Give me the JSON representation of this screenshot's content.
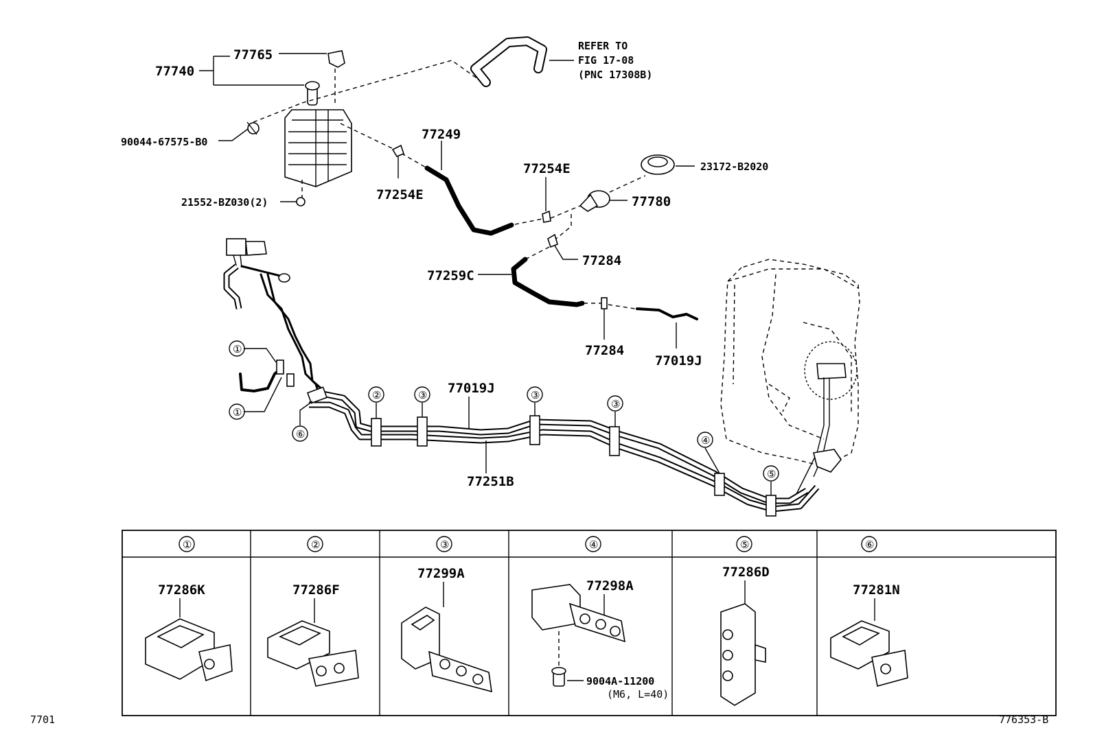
{
  "diagram": {
    "refer_note": [
      "REFER TO",
      "FIG 17-08",
      "(PNC 17308B)"
    ],
    "labels": {
      "l77740": "77740",
      "l77765": "77765",
      "l90044": "90044-67575-B0",
      "l21552": "21552-BZ030(2)",
      "l77249": "77249",
      "l77254e_a": "77254E",
      "l77254e_b": "77254E",
      "l23172": "23172-B2020",
      "l77780": "77780",
      "l77284_a": "77284",
      "l77259c": "77259C",
      "l77284_b": "77284",
      "l77019j_a": "77019J",
      "l77019j_b": "77019J",
      "l77251b": "77251B"
    },
    "circle_refs": {
      "c1a": "①",
      "c1b": "①",
      "c6": "⑥",
      "c2": "②",
      "c3a": "③",
      "c3b": "③",
      "c3c": "③",
      "c4": "④",
      "c5": "⑤"
    }
  },
  "clamp_table": {
    "columns": [
      {
        "ref": "①",
        "part": "77286K"
      },
      {
        "ref": "②",
        "part": "77286F"
      },
      {
        "ref": "③",
        "part": "77299A"
      },
      {
        "ref": "④",
        "part": "77298A"
      },
      {
        "ref": "⑤",
        "part": "77286D"
      },
      {
        "ref": "⑥",
        "part": "77281N"
      }
    ],
    "bolt_part": "9004A-11200",
    "bolt_spec": "(M6, L=40)"
  },
  "footer": {
    "left_code": "7701",
    "right_code": "776353-B"
  }
}
